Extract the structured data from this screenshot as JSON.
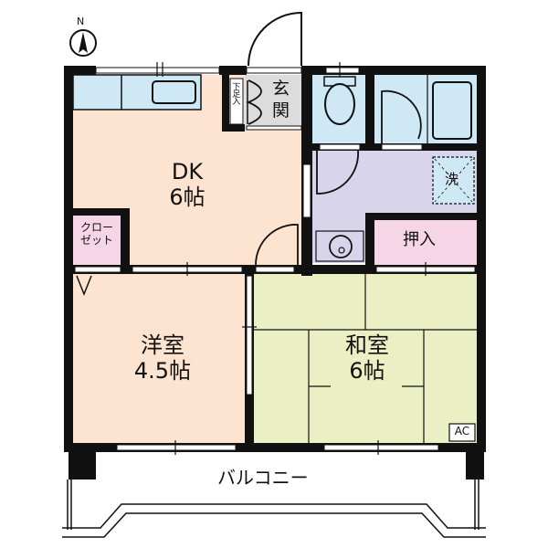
{
  "compass": {
    "label": "N",
    "icon": "north-arrow-icon"
  },
  "colors": {
    "wall": "#111111",
    "dk": "#fde4d0",
    "western_room": "#fde4d0",
    "japanese_room": "#ebf0c4",
    "wet_area": "#cfe8f6",
    "hall": "#d8d4ec",
    "storage": "#f6d6e6",
    "entrance": "#dcdcdc"
  },
  "rooms": {
    "dk": {
      "name": "DK",
      "size": "6帖"
    },
    "western": {
      "name": "洋室",
      "size": "4.5帖"
    },
    "japanese": {
      "name": "和室",
      "size": "6帖"
    },
    "entrance": {
      "name_line1": "玄",
      "name_line2": "関"
    },
    "shoe_box": {
      "name": "下足入"
    },
    "closet": {
      "line1": "クロー",
      "line2": "ゼット"
    },
    "oshiire": {
      "name": "押入"
    },
    "washer": {
      "name": "洗"
    },
    "ac": {
      "name": "AC"
    },
    "balcony": {
      "name": "バルコニー"
    }
  }
}
